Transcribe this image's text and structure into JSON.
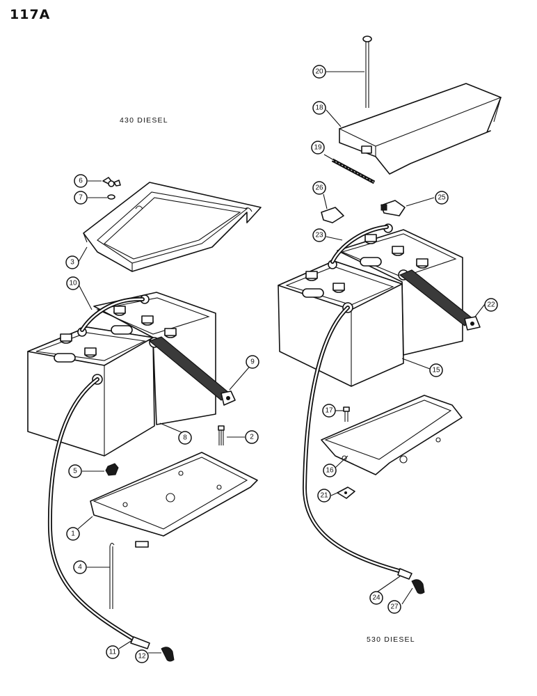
{
  "page_number": "117A",
  "captions": {
    "diesel_430": "430 DIESEL",
    "diesel_530": "530 DIESEL"
  },
  "callouts": [
    {
      "id": "c1",
      "label": "1"
    },
    {
      "id": "c2",
      "label": "2"
    },
    {
      "id": "c3",
      "label": "3"
    },
    {
      "id": "c4",
      "label": "4"
    },
    {
      "id": "c5",
      "label": "5"
    },
    {
      "id": "c6",
      "label": "6"
    },
    {
      "id": "c7",
      "label": "7"
    },
    {
      "id": "c8",
      "label": "8"
    },
    {
      "id": "c9",
      "label": "9"
    },
    {
      "id": "c10",
      "label": "10"
    },
    {
      "id": "c11",
      "label": "11"
    },
    {
      "id": "c12",
      "label": "12"
    },
    {
      "id": "c15",
      "label": "15"
    },
    {
      "id": "c16",
      "label": "16"
    },
    {
      "id": "c17",
      "label": "17"
    },
    {
      "id": "c18",
      "label": "18"
    },
    {
      "id": "c19",
      "label": "19"
    },
    {
      "id": "c20",
      "label": "20"
    },
    {
      "id": "c21",
      "label": "21"
    },
    {
      "id": "c22",
      "label": "22"
    },
    {
      "id": "c23",
      "label": "23"
    },
    {
      "id": "c24",
      "label": "24"
    },
    {
      "id": "c25",
      "label": "25"
    },
    {
      "id": "c26",
      "label": "26"
    },
    {
      "id": "c27",
      "label": "27"
    }
  ]
}
